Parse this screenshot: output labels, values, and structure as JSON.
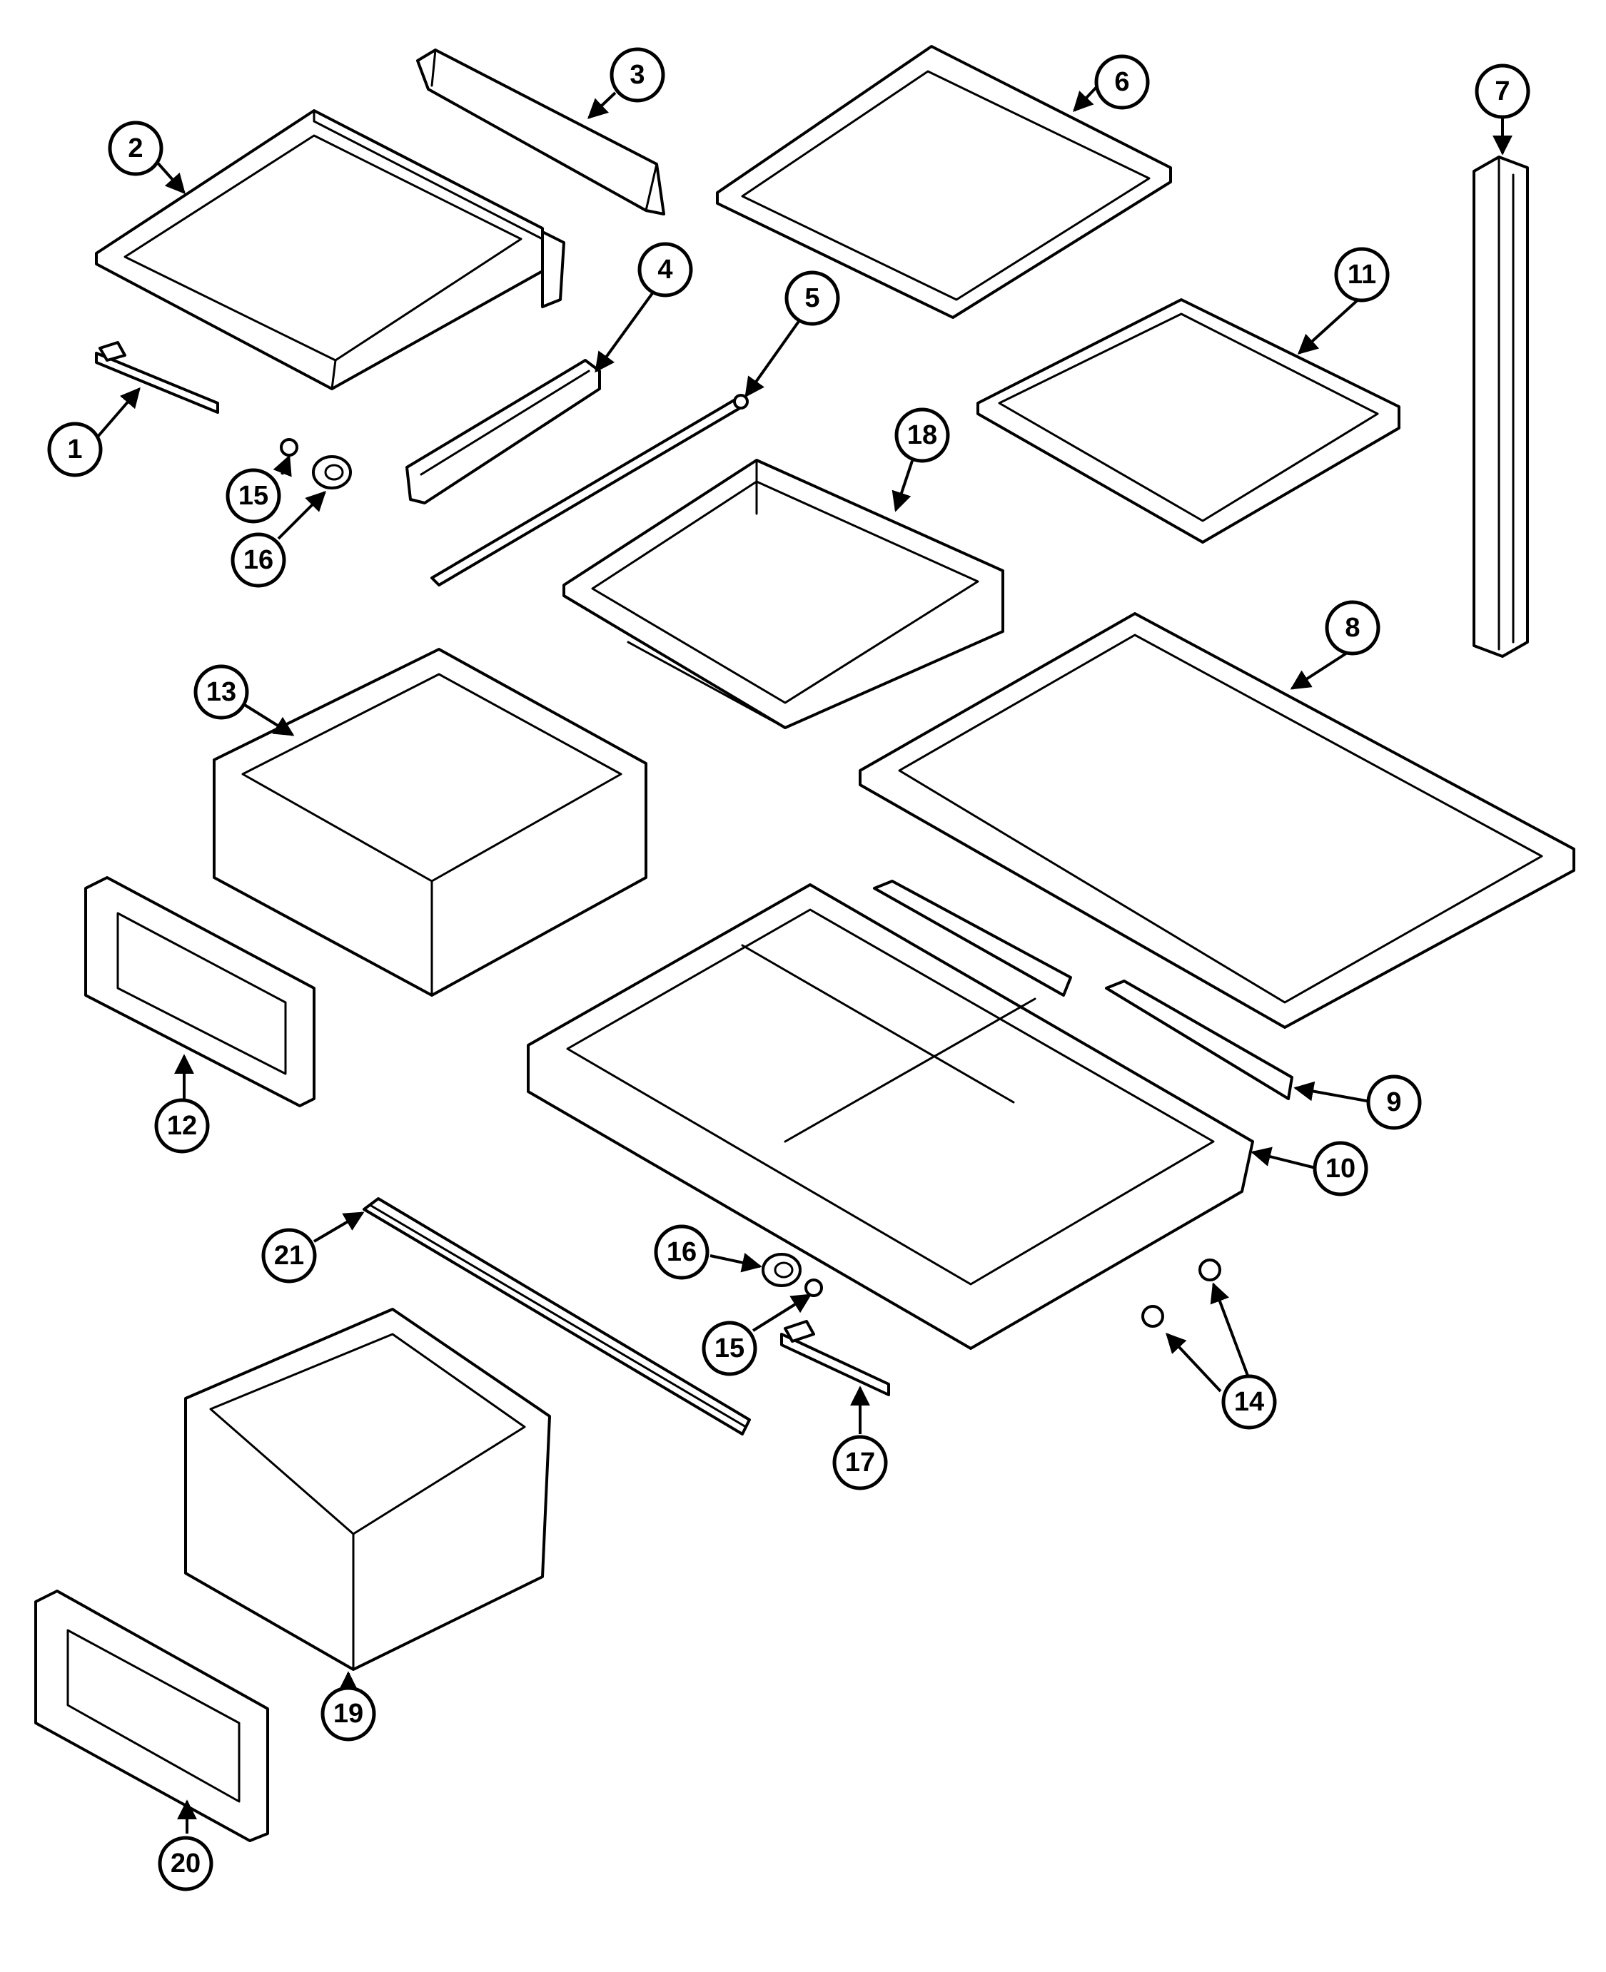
{
  "diagram": {
    "type": "exploded-parts-diagram",
    "colors": {
      "line": "#000000",
      "background": "#ffffff"
    },
    "callouts": [
      {
        "id": "1",
        "label": "1"
      },
      {
        "id": "2",
        "label": "2"
      },
      {
        "id": "3",
        "label": "3"
      },
      {
        "id": "4",
        "label": "4"
      },
      {
        "id": "5",
        "label": "5"
      },
      {
        "id": "6",
        "label": "6"
      },
      {
        "id": "7",
        "label": "7"
      },
      {
        "id": "8",
        "label": "8"
      },
      {
        "id": "9",
        "label": "9"
      },
      {
        "id": "10",
        "label": "10"
      },
      {
        "id": "11",
        "label": "11"
      },
      {
        "id": "12",
        "label": "12"
      },
      {
        "id": "13",
        "label": "13"
      },
      {
        "id": "14",
        "label": "14"
      },
      {
        "id": "15a",
        "label": "15"
      },
      {
        "id": "15b",
        "label": "15"
      },
      {
        "id": "16a",
        "label": "16"
      },
      {
        "id": "16b",
        "label": "16"
      },
      {
        "id": "17",
        "label": "17"
      },
      {
        "id": "18",
        "label": "18"
      },
      {
        "id": "19",
        "label": "19"
      },
      {
        "id": "20",
        "label": "20"
      },
      {
        "id": "21",
        "label": "21"
      }
    ]
  }
}
